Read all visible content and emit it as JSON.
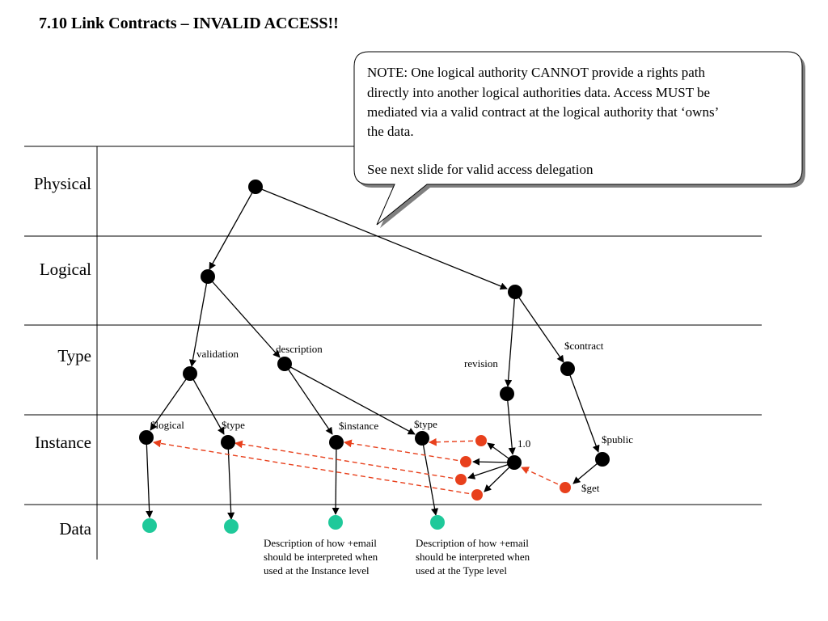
{
  "title": "7.10 Link Contracts – INVALID ACCESS!!",
  "note": {
    "lines": [
      "NOTE: One logical authority CANNOT provide a rights path",
      "directly into another logical authorities data. Access MUST be",
      "mediated via a valid contract at the logical authority that ‘owns’",
      "the data.",
      "See next slide for valid access delegation"
    ]
  },
  "levels": [
    "Physical",
    "Logical",
    "Type",
    "Instance",
    "Data"
  ],
  "edge_labels": {
    "validation": "validation",
    "description": "description",
    "revision": "revision",
    "contract": "$contract",
    "logical": "$logical",
    "type1": "$type",
    "instance": "$instance",
    "type2": "$type",
    "v10": "1.0",
    "public": "$public",
    "get": "$get"
  },
  "descriptions": {
    "instance": [
      "Description of how +email",
      "should be interpreted when",
      "used at the Instance level"
    ],
    "type": [
      "Description of how +email",
      "should be interpreted when",
      "used at the Type level"
    ]
  },
  "colors": {
    "node": "#000000",
    "invalid_node": "#e8401c",
    "data_node": "#1fc99a",
    "invalid_link": "#e8401c",
    "lines": "#000000"
  }
}
